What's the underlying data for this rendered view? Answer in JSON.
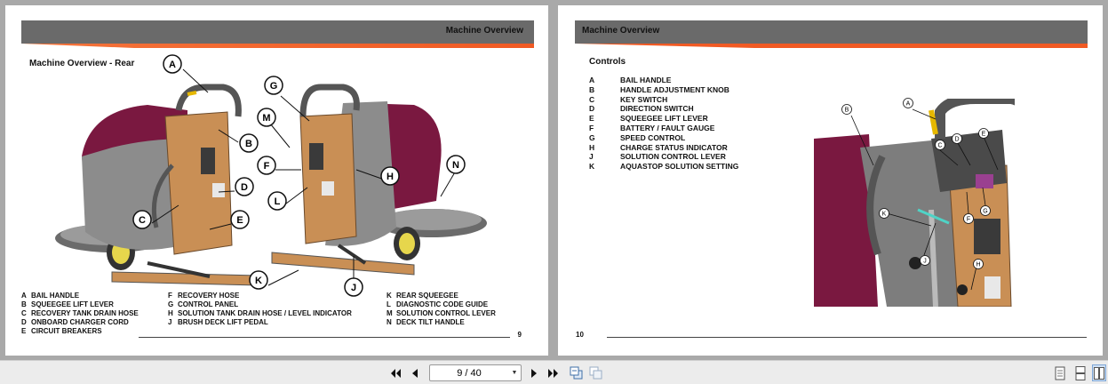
{
  "left_page": {
    "header_title": "Machine Overview",
    "section_title": "Machine Overview - Rear",
    "callouts": [
      "A",
      "B",
      "C",
      "D",
      "E",
      "F",
      "G",
      "H",
      "J",
      "K",
      "L",
      "M",
      "N"
    ],
    "legend_col1": [
      {
        "key": "A",
        "label": "BAIL HANDLE"
      },
      {
        "key": "B",
        "label": "SQUEEGEE LIFT LEVER"
      },
      {
        "key": "C",
        "label": "RECOVERY TANK DRAIN HOSE"
      },
      {
        "key": "D",
        "label": "ONBOARD CHARGER CORD"
      },
      {
        "key": "E",
        "label": "CIRCUIT BREAKERS"
      }
    ],
    "legend_col2": [
      {
        "key": "F",
        "label": "RECOVERY HOSE"
      },
      {
        "key": "G",
        "label": "CONTROL PANEL"
      },
      {
        "key": "H",
        "label": "SOLUTION TANK DRAIN HOSE / LEVEL INDICATOR"
      },
      {
        "key": "J",
        "label": "BRUSH DECK LIFT PEDAL"
      }
    ],
    "legend_col3": [
      {
        "key": "K",
        "label": "REAR SQUEEGEE"
      },
      {
        "key": "L",
        "label": "DIAGNOSTIC CODE GUIDE"
      },
      {
        "key": "M",
        "label": "SOLUTION CONTROL LEVER"
      },
      {
        "key": "N",
        "label": "DECK TILT HANDLE"
      }
    ],
    "page_number": "9"
  },
  "right_page": {
    "header_title": "Machine Overview",
    "section_title": "Controls",
    "controls": [
      {
        "key": "A",
        "label": "BAIL HANDLE"
      },
      {
        "key": "B",
        "label": "HANDLE ADJUSTMENT KNOB"
      },
      {
        "key": "C",
        "label": "KEY SWITCH"
      },
      {
        "key": "D",
        "label": "DIRECTION SWITCH"
      },
      {
        "key": "E",
        "label": "SQUEEGEE LIFT LEVER"
      },
      {
        "key": "F",
        "label": "BATTERY / FAULT GAUGE"
      },
      {
        "key": "G",
        "label": "SPEED CONTROL"
      },
      {
        "key": "H",
        "label": "CHARGE STATUS INDICATOR"
      },
      {
        "key": "J",
        "label": "SOLUTION CONTROL LEVER"
      },
      {
        "key": "K",
        "label": "AQUASTOP SOLUTION SETTING"
      }
    ],
    "callouts": [
      "A",
      "B",
      "C",
      "D",
      "E",
      "F",
      "G",
      "H",
      "J",
      "K"
    ],
    "page_number": "10"
  },
  "toolbar": {
    "page_indicator": "9 / 40",
    "first_icon": "skip-to-first-icon",
    "prev_icon": "previous-page-icon",
    "next_icon": "next-page-icon",
    "last_icon": "skip-to-last-icon"
  },
  "colors": {
    "header_gray": "#6a6a6a",
    "accent_orange": "#f05a24",
    "machine_maroon": "#7a1840",
    "panel_tan": "#c98f55"
  }
}
